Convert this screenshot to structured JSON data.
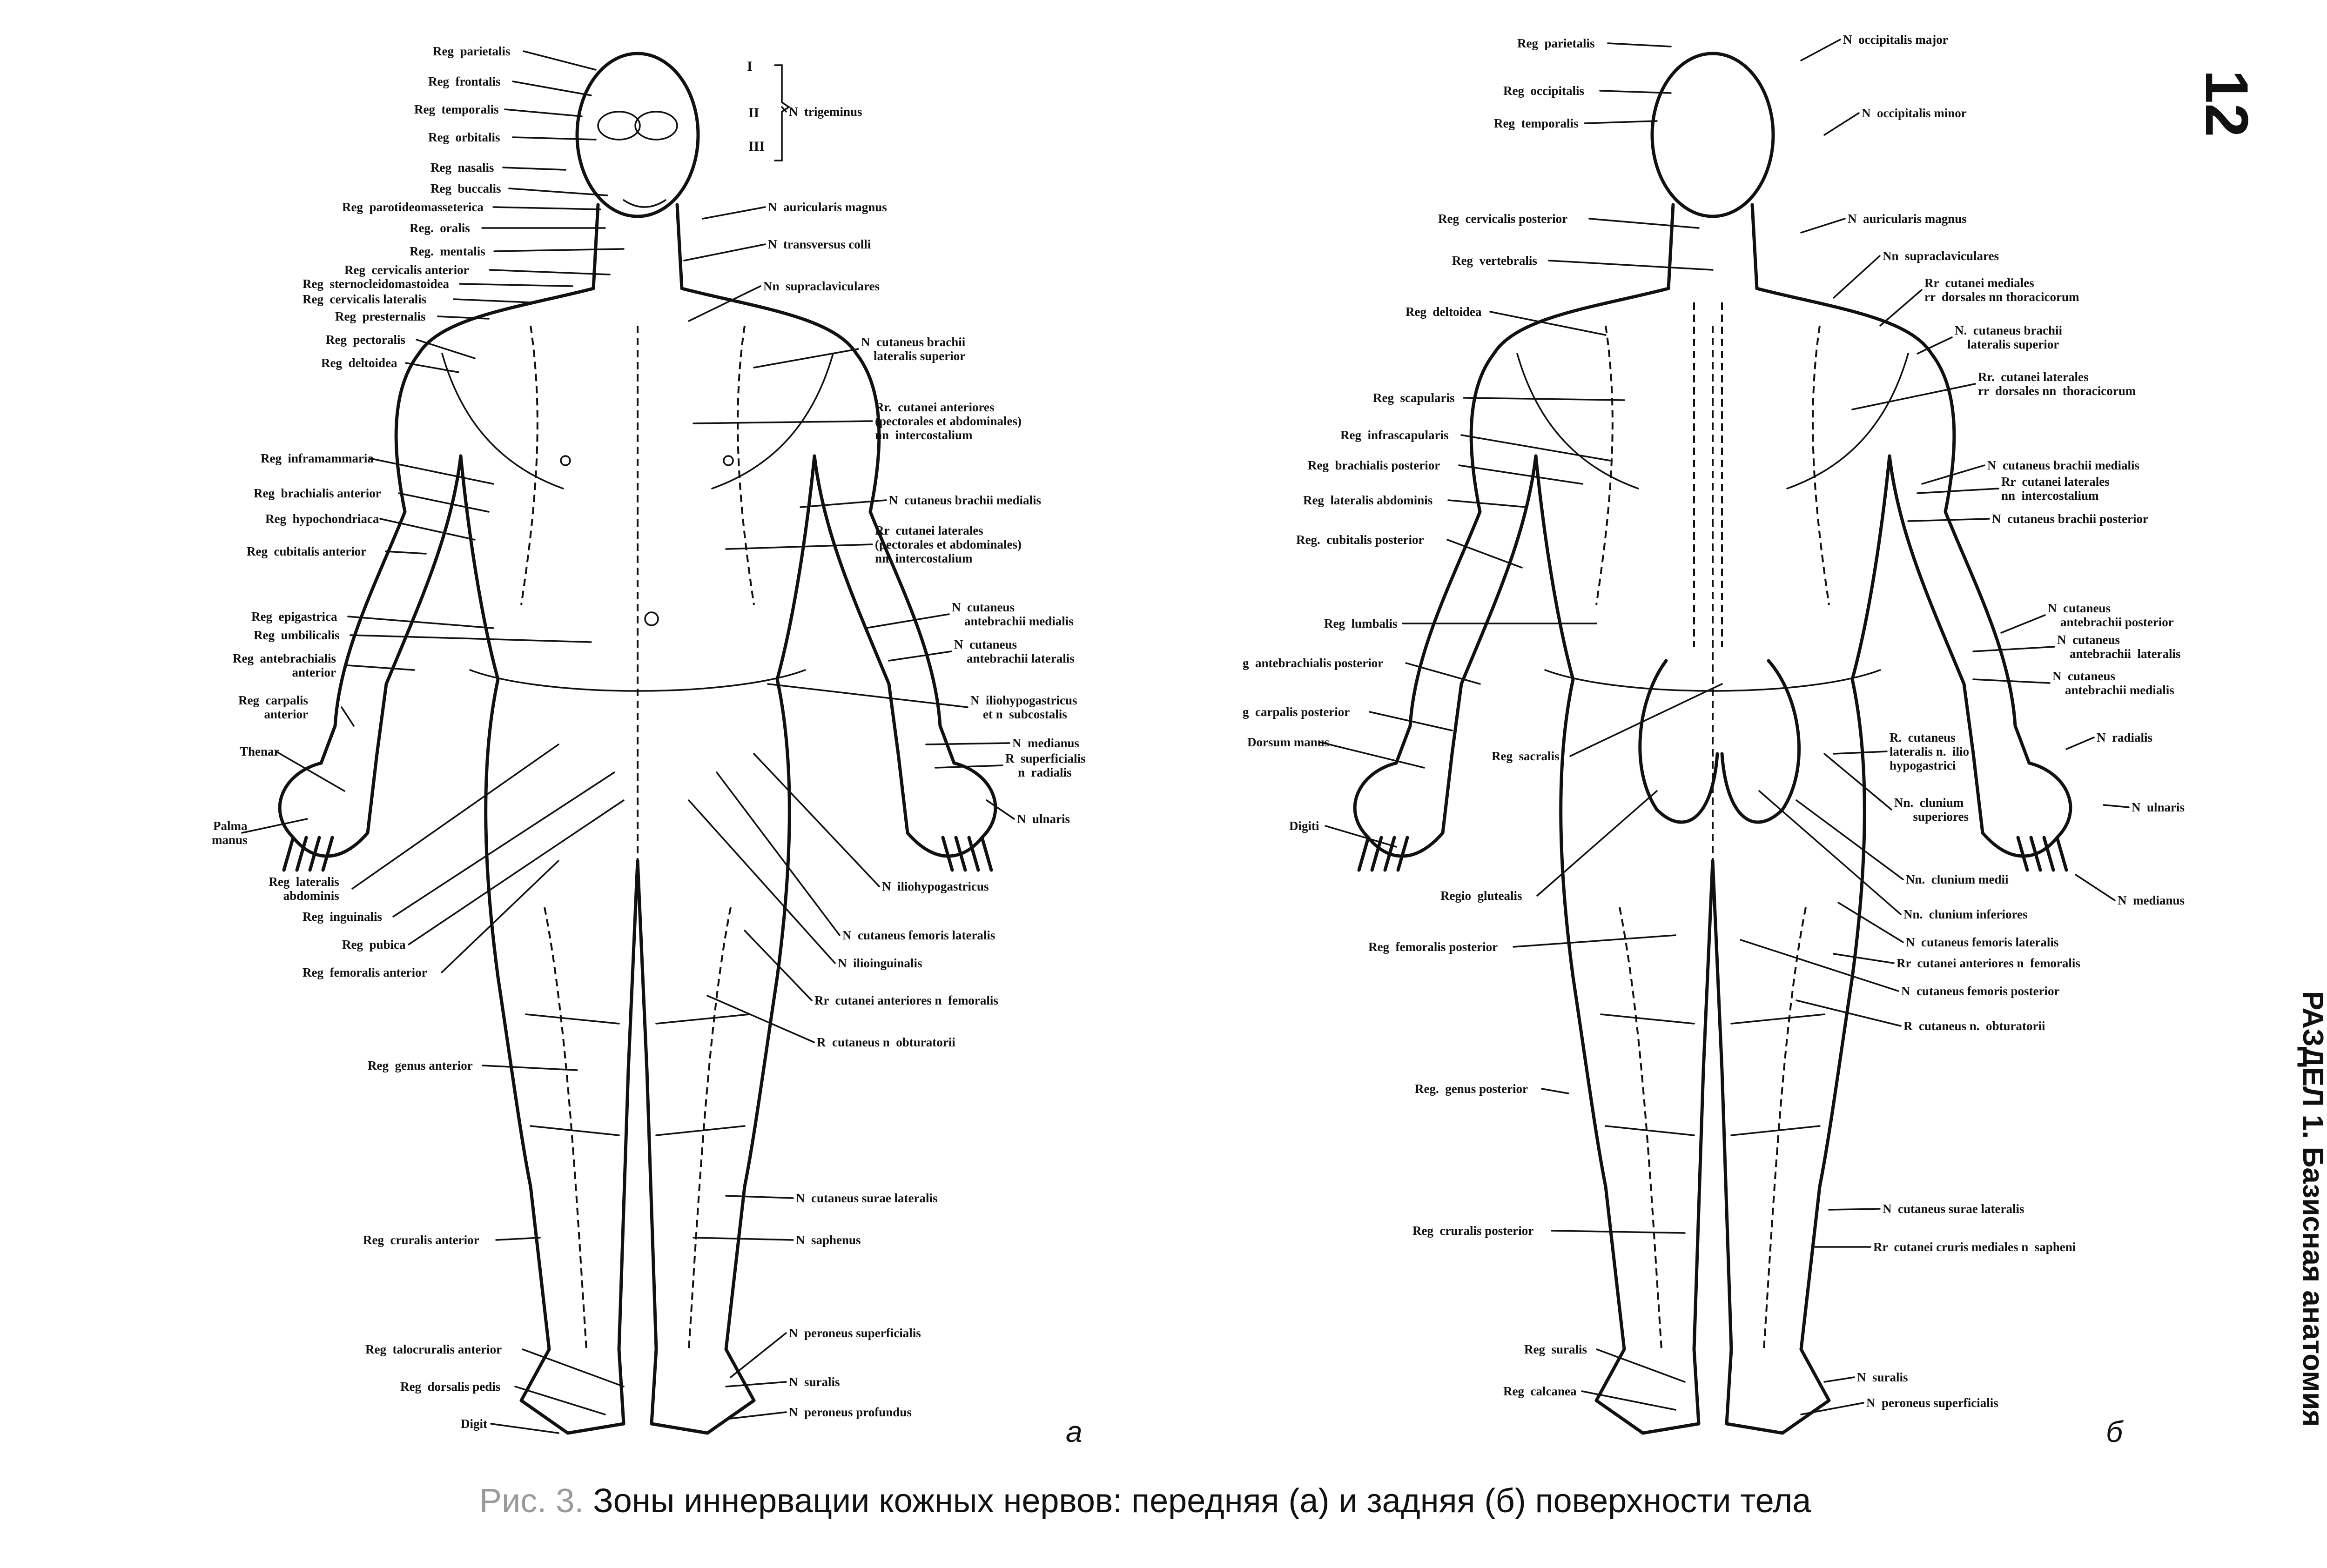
{
  "figure": {
    "caption_prefix": "Рис. 3.",
    "caption": " Зоны иннервации кожных нервов: передняя (а) и задняя (б) поверхности тела",
    "panel_a": "а",
    "panel_b": "б"
  },
  "page": {
    "number": "12",
    "section": "РАЗДЕЛ 1. Базисная анатомия"
  },
  "front_left_labels": [
    "Reg  parietalis",
    "Reg  frontalis",
    "Reg  temporalis",
    "Reg  orbitalis",
    "Reg  nasalis",
    "Reg  buccalis",
    "Reg  parotideomasseterica",
    "Reg.  oralis",
    "Reg.  mentalis",
    "Reg  cervicalis anterior",
    "Reg  sternocleidomastoidea",
    "Reg  cervicalis lateralis",
    "Reg  presternalis",
    "Reg  pectoralis",
    "Reg  deltoidea",
    "Reg  inframammaria",
    "Reg  brachialis anterior",
    "Reg  hypochondriaca",
    "Reg  cubitalis anterior",
    "Reg  epigastrica",
    "Reg  umbilicalis",
    "Reg  antebrachialis\n          anterior",
    "Reg  carpalis\n          anterior",
    "Thenar",
    "Palma\nmanus",
    "Reg  lateralis\n     abdominis",
    "Reg  inguinalis",
    "Reg  pubica",
    "Reg  femoralis anterior",
    "Reg  genus anterior",
    "Reg  cruralis anterior",
    "Reg  talocruralis anterior",
    "Reg  dorsalis pedis",
    "Digit"
  ],
  "front_right_labels": [
    "N  trigeminus",
    "N  auricularis magnus",
    "N  transversus colli",
    "Nn  supraclaviculares",
    "N  cutaneus brachii\n    lateralis superior",
    "Rr.  cutanei anteriores\n(pectorales et abdominales)\nnn  intercostalium",
    "N  cutaneus brachii medialis",
    "Rr  cutanei laterales\n(pectorales et abdominales)\nnn  intercostalium",
    "N  cutaneus\n    antebrachii medialis",
    "N  cutaneus\n    antebrachii lateralis",
    "N  iliohypogastricus\n    et n  subcostalis",
    "N  medianus",
    "R  superficialis\n    n  radialis",
    "N  ulnaris",
    "N  iliohypogastricus",
    "N  cutaneus femoris lateralis",
    "N  ilioinguinalis",
    "Rr  cutanei anteriores n  femoralis",
    "R  cutaneus n  obturatorii",
    "N  cutaneus surae lateralis",
    "N  saphenus",
    "N  peroneus superficialis",
    "N  suralis",
    "N  peroneus profundus"
  ],
  "trigeminal_branches": [
    "I",
    "II",
    "III"
  ],
  "back_left_labels": [
    "Reg  parietalis",
    "Reg  occipitalis",
    "Reg  temporalis",
    "Reg  cervicalis posterior",
    "Reg  vertebralis",
    "Reg  deltoidea",
    "Reg  scapularis",
    "Reg  infrascapularis",
    "Reg  brachialis posterior",
    "Reg  lateralis abdominis",
    "Reg.  cubitalis posterior",
    "Reg  lumbalis",
    "g  antebrachialis posterior",
    "g  carpalis posterior",
    "Dorsum manus",
    "Reg  sacralis",
    "Digiti",
    "Regio  glutealis",
    "Reg  femoralis posterior",
    "Reg.  genus posterior",
    "Reg  cruralis posterior",
    "Reg  suralis",
    "Reg  calcanea"
  ],
  "back_right_labels": [
    "N  occipitalis major",
    "N  occipitalis minor",
    "N  auricularis magnus",
    "Nn  supraclaviculares",
    "Rr  cutanei mediales\nrr  dorsales nn thoracicorum",
    "N.  cutaneus brachii\n    lateralis superior",
    "Rr.  cutanei laterales\nrr  dorsales nn  thoracicorum",
    "N  cutaneus brachii medialis",
    "Rr  cutanei laterales\nnn  intercostalium",
    "N  cutaneus brachii posterior",
    "N  cutaneus\n    antebrachii posterior",
    "N  cutaneus\n    antebrachii  lateralis",
    "N  cutaneus\n    antebrachii medialis",
    "N  radialis",
    "R.  cutaneus\nlateralis n.  ilio\nhypogastrici",
    "N  ulnaris",
    "Nn.  clunium\n      superiores",
    "N  medianus",
    "Nn.  clunium medii",
    "Nn.  clunium inferiores",
    "N  cutaneus femoris lateralis",
    "Rr  cutanei anteriores n  femoralis",
    "N  cutaneus femoris posterior",
    "R  cutaneus n.  obturatorii",
    "N  cutaneus surae lateralis",
    "Rr  cutanei cruris mediales n  sapheni",
    "N  suralis",
    "N  peroneus superficialis"
  ]
}
